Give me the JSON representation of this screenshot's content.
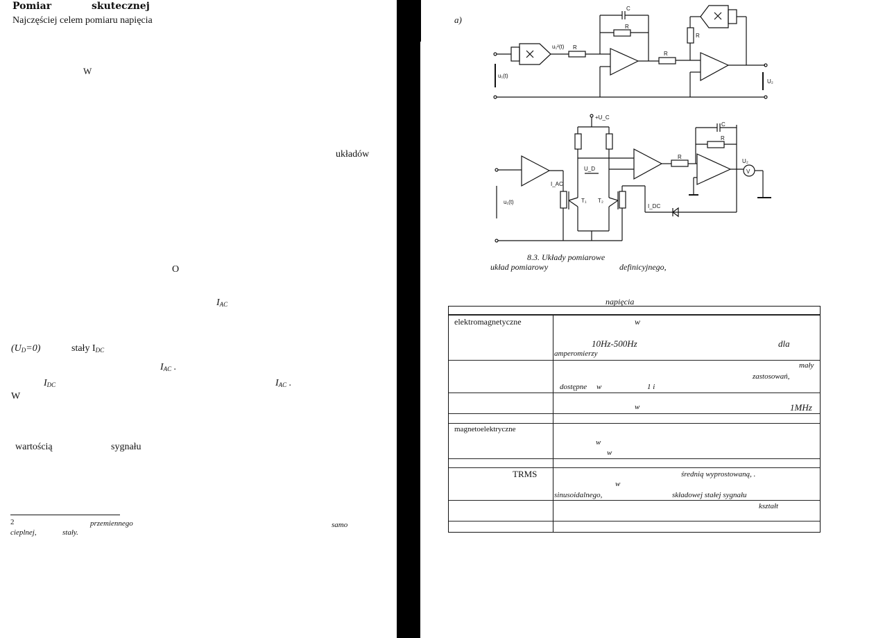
{
  "left_page": {
    "heading": {
      "word1": "Pomiar",
      "word2": "skutecznej"
    },
    "intro": "Najczęściej celem pomiaru napięcia",
    "fragments": {
      "w1": "W",
      "ukladow": "układów",
      "o": "O",
      "iac1": "I",
      "ud0": "(U",
      "ud0_sub": "D",
      "ud0_rest": "=0)",
      "staly": "stały I",
      "dc_sub": "DC",
      "ac_sub": "AC",
      "iac2": "I",
      "idc": "I",
      "iac3": "I",
      "w2": "W",
      "wartoscia": "wartością",
      "sygnalu": "sygnału"
    },
    "footnote": {
      "mark": "2",
      "przemiennego": "przemiennego",
      "samo": "samo",
      "cieplnej": "cieplnej,",
      "staly": "stały."
    }
  },
  "right_page": {
    "figure_label": "a)",
    "circuit_a": {
      "labels": [
        "C",
        "R",
        "R",
        "R",
        "R",
        "u₁²(t)",
        "u₁(t)",
        "U₂",
        "×",
        "×"
      ]
    },
    "circuit_b": {
      "labels": [
        "+U_C",
        "C",
        "R",
        "R",
        "U_D",
        "I_AC",
        "I_DC",
        "T₁",
        "T₂",
        "u₁(t)",
        "U₂",
        "V"
      ]
    },
    "caption": {
      "line1": "8.3. Układy pomiarowe",
      "line2a": "układ pomiarowy",
      "line2b": "definicyjnego,"
    },
    "table": {
      "title": "napięcia",
      "rows": [
        {
          "name": "elektromagnetyczne",
          "lines": [
            "w",
            "10Hz-500Hz",
            "dla",
            "amperomierzy"
          ]
        },
        {
          "name": "",
          "lines": [
            "mały",
            "zastosowań,",
            "dostępne",
            "w",
            "1 i"
          ]
        },
        {
          "name": "",
          "lines": [
            "w",
            "1MHz"
          ]
        },
        {
          "name": "",
          "lines": []
        },
        {
          "name": "magnetoelektryczne",
          "lines": [
            "w",
            "w"
          ]
        },
        {
          "name": "",
          "lines": []
        },
        {
          "name": "TRMS",
          "lines": [
            "średnią wyprostowaną, .",
            "w",
            "sinusoidalnego,",
            "składowej stałej sygnału"
          ]
        },
        {
          "name": "",
          "lines": [
            "kształt"
          ]
        },
        {
          "name": "",
          "lines": []
        }
      ]
    }
  }
}
